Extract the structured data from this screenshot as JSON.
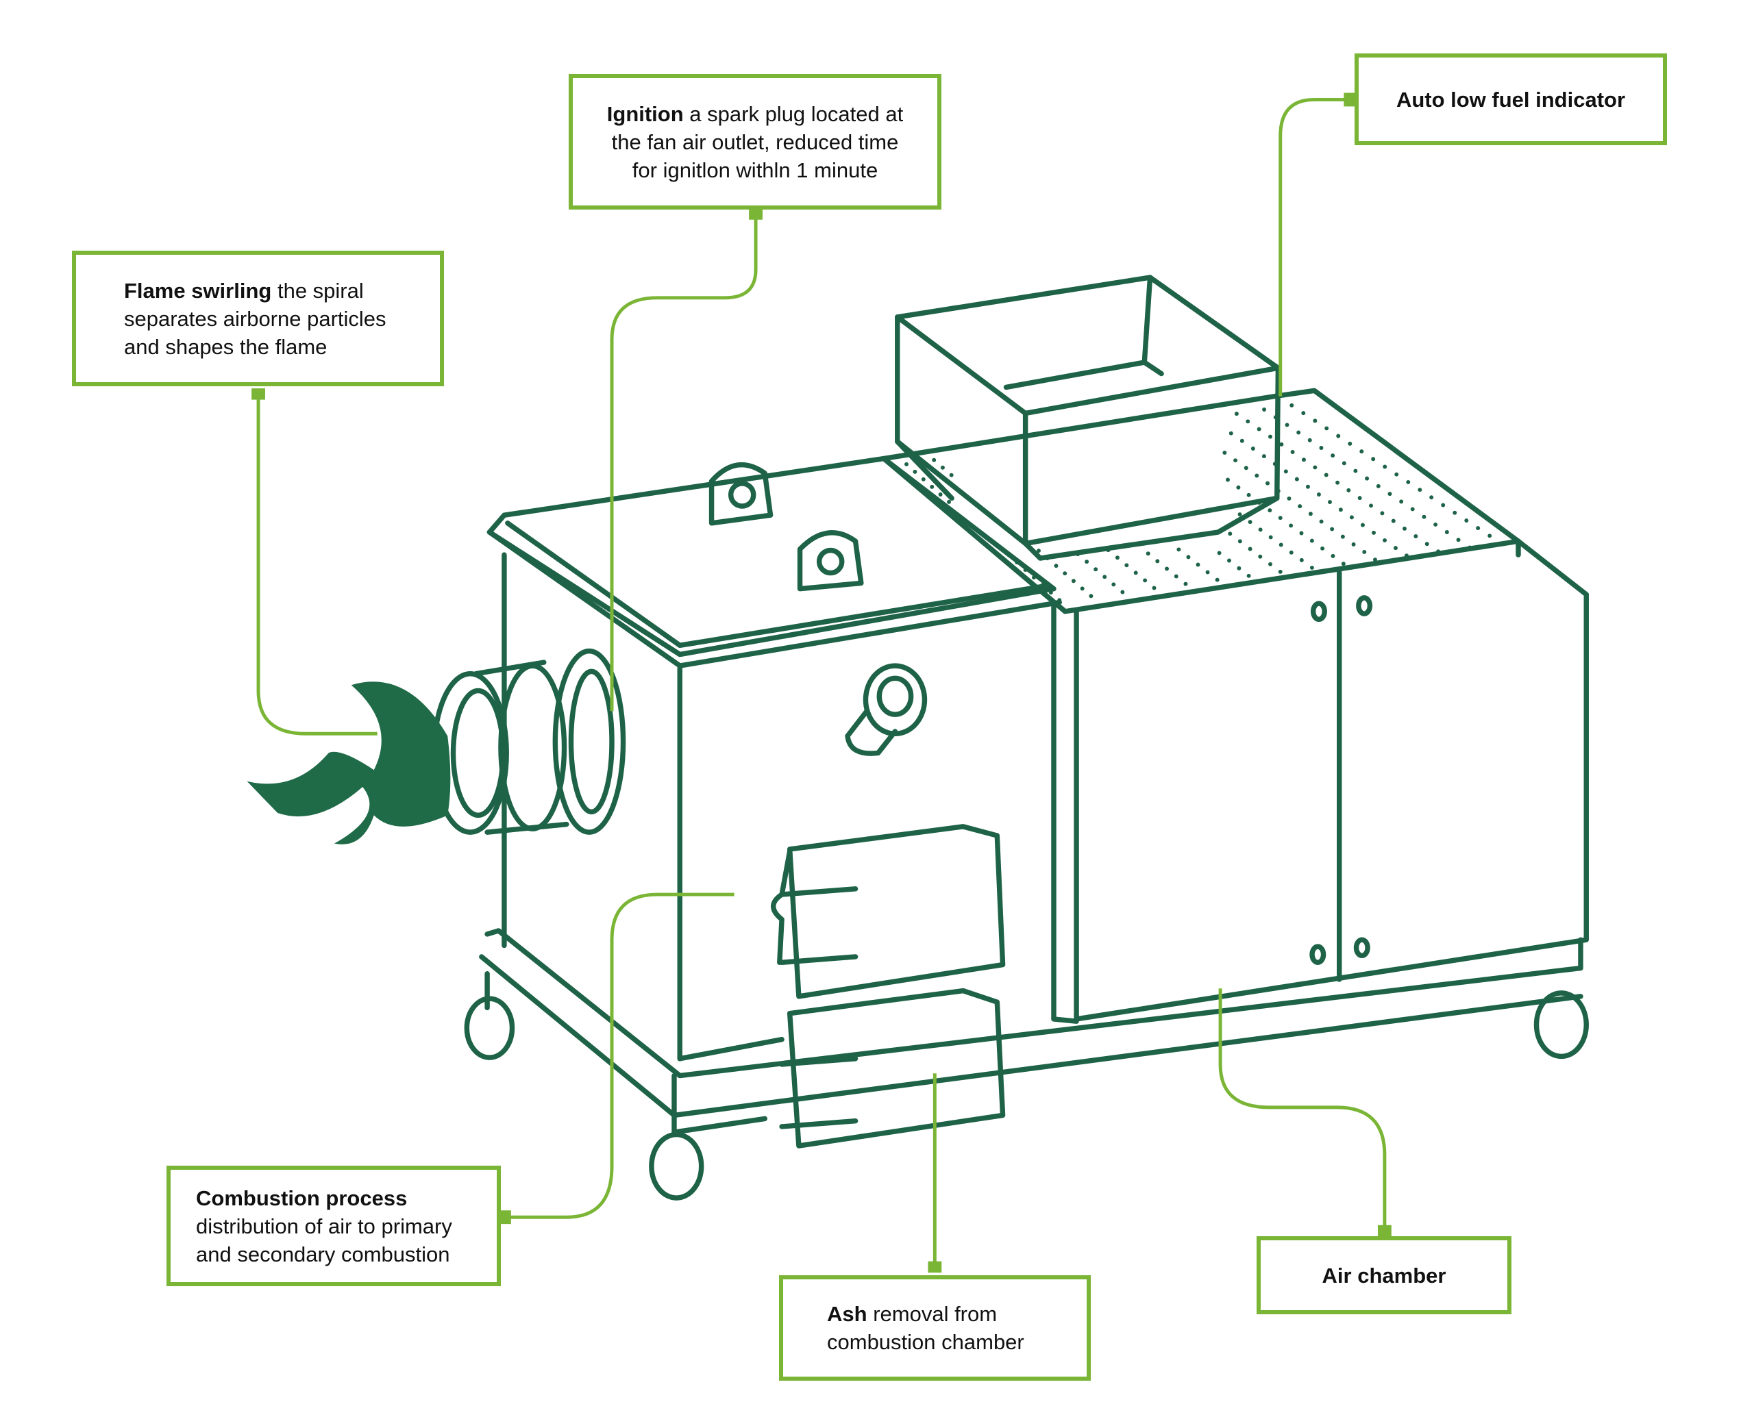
{
  "diagram": {
    "subject": "Pellet burner / boiler unit on casters",
    "colors": {
      "machine_line": "#1e6347",
      "flame_fill": "#1f6b48",
      "callout_accent": "#7ab536",
      "text": "#111111",
      "background": "#ffffff"
    },
    "callouts": [
      {
        "id": "flame-swirling",
        "title": "Flame swirling",
        "lines": [
          "the spiral",
          "separates airborne particles",
          "and shapes the flame"
        ]
      },
      {
        "id": "ignition",
        "title": "Ignition",
        "lines": [
          "a spark plug located at",
          "the fan air outlet, reduced time",
          "for ignitlon withln 1 minute"
        ]
      },
      {
        "id": "auto-low-fuel",
        "title": "Auto low fuel indicator",
        "lines": []
      },
      {
        "id": "combustion-process",
        "title": "Combustion process",
        "lines": [
          "distribution of air to primary",
          "and secondary combustion"
        ]
      },
      {
        "id": "ash-removal",
        "title": "Ash",
        "lines": [
          "removal from",
          "combustion chamber"
        ]
      },
      {
        "id": "air-chamber",
        "title": "Air chamber",
        "lines": []
      }
    ]
  }
}
